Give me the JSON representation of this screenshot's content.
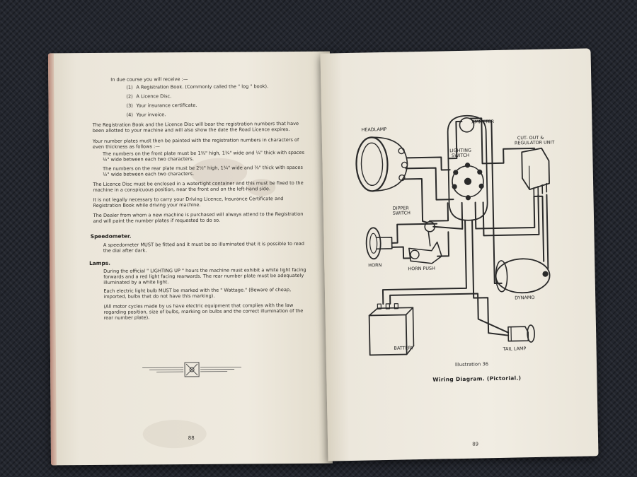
{
  "left_page": {
    "intro": "In due course you will receive :—",
    "list": [
      {
        "num": "(1)",
        "text": "A Registration Book.  (Commonly called the \" log \" book)."
      },
      {
        "num": "(2)",
        "text": "A Licence Disc."
      },
      {
        "num": "(3)",
        "text": "Your insurance certificate."
      },
      {
        "num": "(4)",
        "text": "Your invoice."
      }
    ],
    "para_registration": "The Registration Book and the Licence Disc will bear the registration numbers that have been allotted to your machine and will also show the date the Road Licence expires.",
    "para_plates": "Your number plates must then be painted with the registration numbers in characters of even thickness as follows :—",
    "para_front": "The numbers on the front plate must be 1¾\" high, 1¾\" wide and ¼\" thick with spaces ½\" wide between each two characters.",
    "para_rear": "The numbers on the rear plate must be 2½\" high, 1¾\" wide and ⅜\" thick with spaces ½\" wide between each two characters.",
    "para_disc": "The Licence Disc must be enclosed in a watertight container and this must be fixed to the machine in a conspicuous position, near the front and on the left-hand side.",
    "para_carry": "It is not legally necessary to carry your Driving Licence, Insurance Certificate and Registration Book while driving your machine.",
    "para_dealer": "The Dealer from whom a new machine is purchased will always attend to the Registration and will paint the number plates if requested to do so.",
    "speedo_heading": "Speedometer.",
    "speedo_text": "A speedometer MUST be fitted and it must be so illuminated that it is possible to read the dial after dark.",
    "lamps_heading": "Lamps.",
    "lamps_p1": "During the official \" LIGHTING UP \" hours the machine must exhibit a white light facing forwards and a red light facing rearwards.  The rear number plate must be adequately illuminated by a white light.",
    "lamps_p2": "Each electric light bulb MUST be marked with the \" Wattage.\"   (Beware of cheap, imported, bulbs that do not have this marking).",
    "lamps_p3": "(All motor cycles made by us have electric equipment that complies with the law regarding position, size of bulbs, marking on bulbs and the correct illumination of the rear number plate).",
    "page_number": "88"
  },
  "right_page": {
    "labels": {
      "headlamp": "HEADLAMP",
      "ammeter": "AMMETER",
      "lighting_switch_1": "LIGHTING",
      "lighting_switch_2": "SWITCH",
      "cutout_1": "CUT- OUT &",
      "cutout_2": "REGULATOR UNIT",
      "dipper_1": "DIPPER",
      "dipper_2": "SWITCH",
      "horn": "HORN",
      "horn_push": "HORN  PUSH",
      "dynamo": "DYNAMO",
      "battery": "BATTERY",
      "tail_lamp": "TAIL LAMP"
    },
    "illustration_number": "Illustration 36",
    "caption": "Wiring Diagram.  (Pictorial.)",
    "page_number": "89"
  },
  "colors": {
    "paper": "#efeadf",
    "ink": "#2c2a26",
    "background": "#23262e"
  }
}
